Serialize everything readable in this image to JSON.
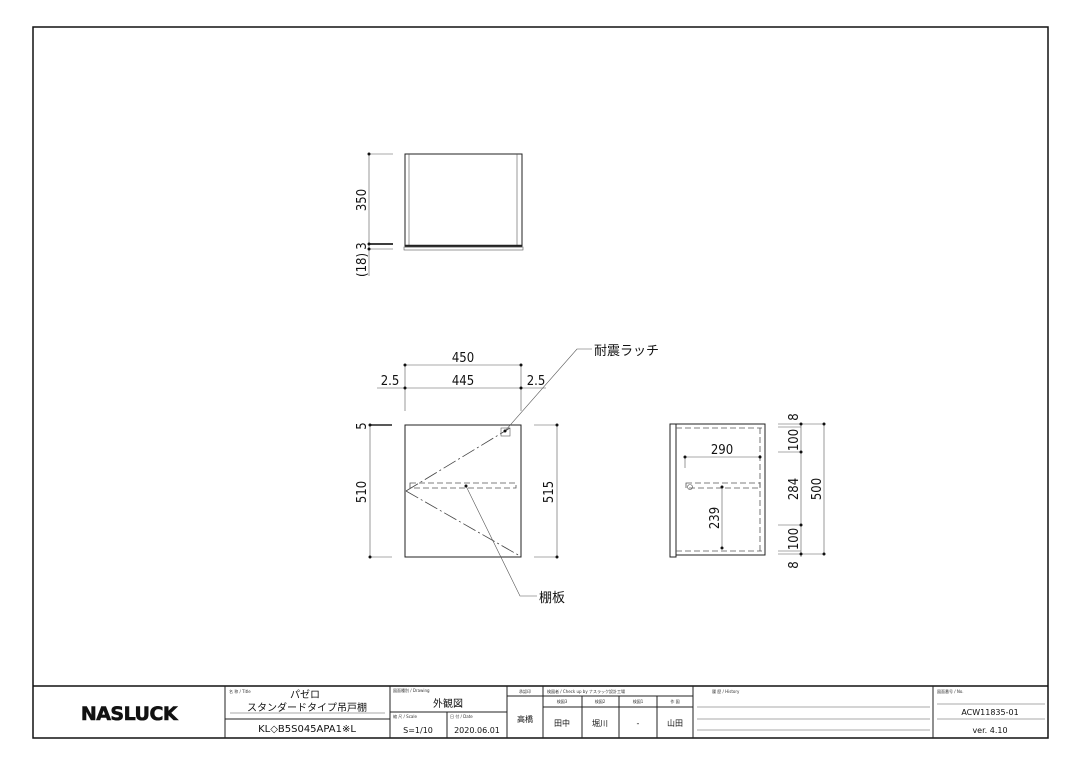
{
  "drawing": {
    "top_view": {
      "dims": {
        "depth": "350",
        "bottom": "3",
        "plinth": "(18)"
      }
    },
    "front_view": {
      "dims": {
        "overall_width": "450",
        "door_width": "445",
        "left_gap": "2.5",
        "right_gap": "2.5",
        "top_gap": "5",
        "door_height": "510",
        "overall_height": "515"
      },
      "callouts": {
        "latch": "耐震ラッチ",
        "shelf": "棚板"
      }
    },
    "side_view": {
      "dims": {
        "shelf_depth": "290",
        "shelf_height": "239",
        "top": "8",
        "upper": "100",
        "middle": "284",
        "lower": "100",
        "bottom": "8",
        "total": "500"
      }
    }
  },
  "title_block": {
    "logo": "NASLUCK",
    "title_label": "名 称 / Title",
    "series": "パゼロ",
    "product_name": "スタンダードタイプ吊戸棚",
    "model": "KL◇B5S045APA1※L",
    "drawing_label": "図面種別 / Drawing",
    "drawing_type": "外観図",
    "scale_label": "縮 尺 / Scale",
    "scale": "S=1/10",
    "date_label": "日 付 / Date",
    "date": "2020.06.01",
    "approval_label": "承認印",
    "approval": "高橋",
    "check_label": "検図者 / Check up by ナスラック設計工場",
    "check_cols": [
      "検図3",
      "検図2",
      "検図1",
      "作 図"
    ],
    "check_vals": [
      "田中",
      "堀川",
      "-",
      "山田"
    ],
    "history_label": "履 歴 / History",
    "number_label": "図面番号 / No.",
    "number": "ACW11835-01",
    "version": "ver. 4.10"
  }
}
